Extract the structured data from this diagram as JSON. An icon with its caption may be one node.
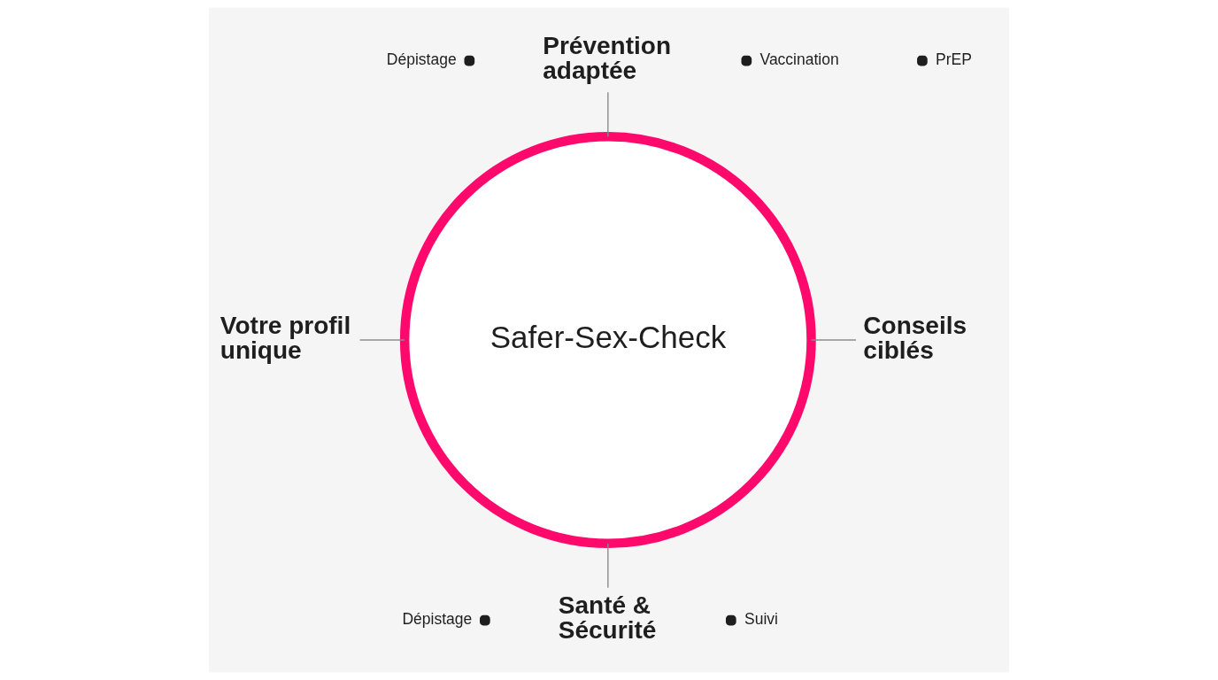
{
  "diagram": {
    "nodes": [
      {
        "text": [
          "Prévention adaptée"
        ]
      },
      {
        "text": [
          "Votre profil unique"
        ]
      },
      {
        "text": [
          "Safer-Sex-Check"
        ]
      },
      {
        "text": [
          "Conseils ciblés"
        ]
      },
      {
        "text": [
          "Santé & Sécurité"
        ]
      }
    ],
    "edges": [
      {
        "from": 0,
        "to": 2,
        "arrow": "none"
      },
      {
        "from": 1,
        "to": 2,
        "arrow": "none"
      },
      {
        "from": 2,
        "to": 3,
        "arrow": "none"
      },
      {
        "from": 2,
        "to": 4,
        "arrow": "none"
      }
    ],
    "labels": [
      "Vaccination",
      "Dépistage",
      "PrEP",
      "Dépistage",
      "Suivi"
    ]
  }
}
